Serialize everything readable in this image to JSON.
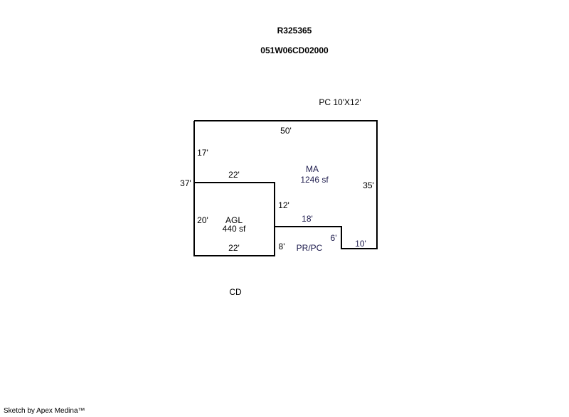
{
  "header": {
    "account": "R325365",
    "map_tax_lot": "051W06CD02000"
  },
  "labels": {
    "pc_top": "PC 10'X12'",
    "ma_name": "MA",
    "ma_area": "1246 sf",
    "agl_name": "AGL",
    "agl_area": "440 sf",
    "pr_pc": "PR/PC",
    "cd": "CD"
  },
  "dimensions": {
    "top": "50'",
    "left_upper": "17'",
    "left_total": "37'",
    "agl_top": "22'",
    "agl_left": "20'",
    "agl_bottom": "22'",
    "mid_vertical": "12'",
    "step_horizontal": "18'",
    "lower_vertical": "8'",
    "step_vertical": "6'",
    "bottom_right": "10'",
    "right": "35'"
  },
  "footer": "Sketch by Apex Medina™"
}
